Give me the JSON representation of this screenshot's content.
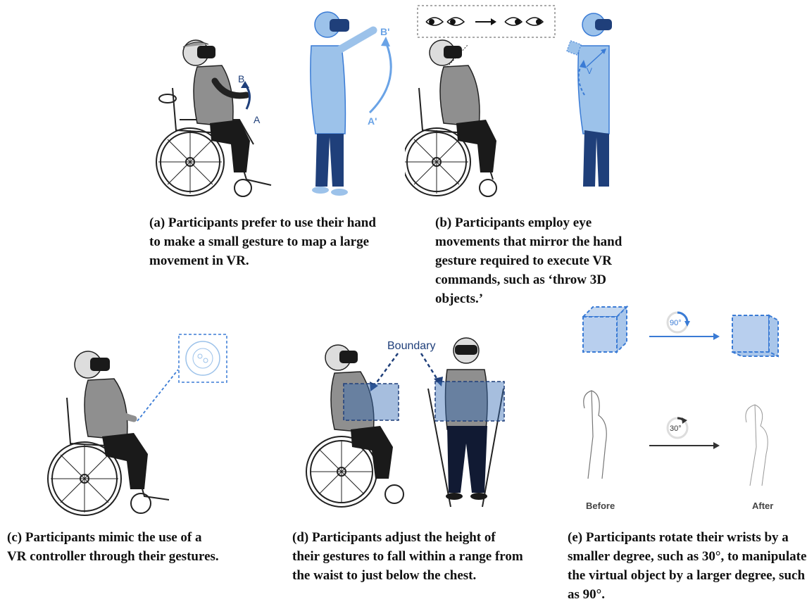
{
  "figure": {
    "panels": [
      {
        "id": "a",
        "caption": "(a) Participants prefer to use their hand to make a small gesture to map a large movement in VR.",
        "labels": {
          "point_b": "B",
          "point_a": "A",
          "point_b_prime": "B'",
          "point_a_prime": "A'"
        }
      },
      {
        "id": "b",
        "caption": "(b) Participants employ eye movements that mirror the hand gesture required to execute VR commands, such as ‘throw 3D objects.’",
        "labels": {
          "velocity": "V"
        }
      },
      {
        "id": "c",
        "caption": "(c) Participants mimic the use of a VR controller through their gestures."
      },
      {
        "id": "d",
        "caption": "(d) Participants adjust the height of their gestures to fall within a range from the waist to just below the chest.",
        "labels": {
          "boundary": "Boundary"
        }
      },
      {
        "id": "e",
        "caption": "(e) Participants rotate their wrists by a smaller degree, such as 30°, to manipulate the virtual object by a larger degree, such as 90°.",
        "labels": {
          "large_angle": "90°",
          "small_angle": "30°",
          "before": "Before",
          "after": "After"
        }
      }
    ],
    "colors": {
      "accent_blue": "#3a7bd5",
      "light_blue": "#9cc2ea",
      "navy": "#1f3f7a",
      "gray_figure": "#8f8f8f",
      "dark_figure": "#1a1a1a"
    }
  }
}
